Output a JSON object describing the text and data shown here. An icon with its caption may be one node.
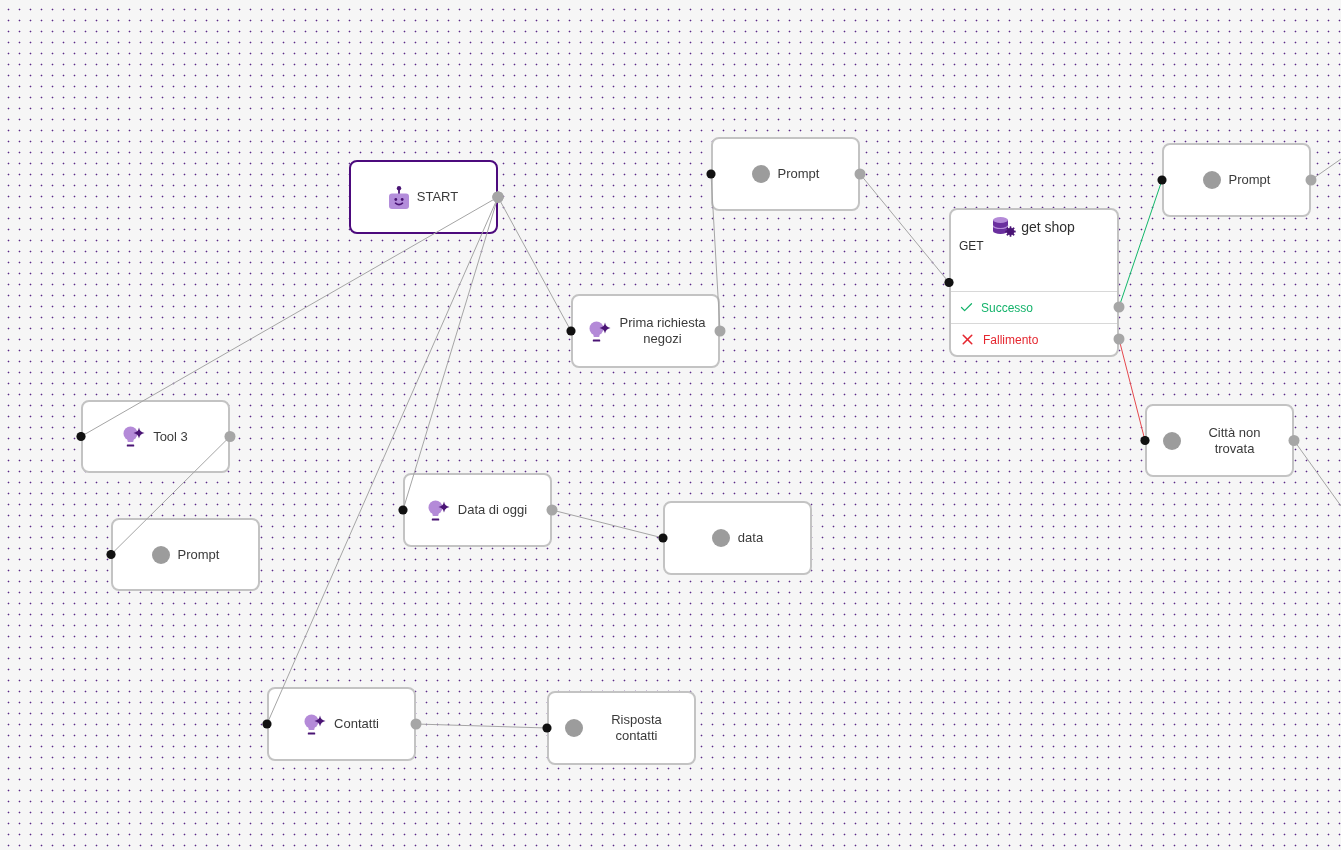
{
  "diagram": {
    "nodes": [
      {
        "text": [
          "START"
        ]
      },
      {
        "text": [
          "Prompt"
        ]
      },
      {
        "text": [
          "get shop",
          "GET"
        ]
      },
      {
        "text": [
          "Successo"
        ],
        "in": 2
      },
      {
        "text": [
          "Fallimento"
        ],
        "in": 2
      },
      {
        "text": [
          "Prompt"
        ]
      },
      {
        "text": [
          "Prima richiesta negozi"
        ]
      },
      {
        "text": [
          "Tool 3"
        ]
      },
      {
        "text": [
          "Città non trovata"
        ]
      },
      {
        "text": [
          "Data di oggi"
        ]
      },
      {
        "text": [
          "Prompt"
        ]
      },
      {
        "text": [
          "data"
        ]
      },
      {
        "text": [
          "Contatti"
        ]
      },
      {
        "text": [
          "Risposta contatti"
        ]
      }
    ],
    "edges": [
      {
        "from": 0,
        "to": 7,
        "arrow": "other"
      },
      {
        "from": 0,
        "to": 6,
        "arrow": "other"
      },
      {
        "from": 0,
        "to": 9,
        "arrow": "other"
      },
      {
        "from": 0,
        "to": 12,
        "arrow": "other"
      },
      {
        "from": 7,
        "to": 10,
        "arrow": "other"
      },
      {
        "from": 6,
        "to": 1,
        "arrow": "other"
      },
      {
        "from": 1,
        "to": 2,
        "arrow": "other"
      },
      {
        "from": 3,
        "to": 5,
        "arrow": "other",
        "color": "#12b76a"
      },
      {
        "from": 4,
        "to": 8,
        "arrow": "other",
        "color": "#e5484d"
      },
      {
        "from": 5,
        "to": null,
        "arrow": "other"
      },
      {
        "from": 8,
        "to": null,
        "arrow": "other"
      },
      {
        "from": 9,
        "to": 11,
        "arrow": "other"
      },
      {
        "from": 12,
        "to": 13,
        "arrow": "other"
      }
    ]
  }
}
